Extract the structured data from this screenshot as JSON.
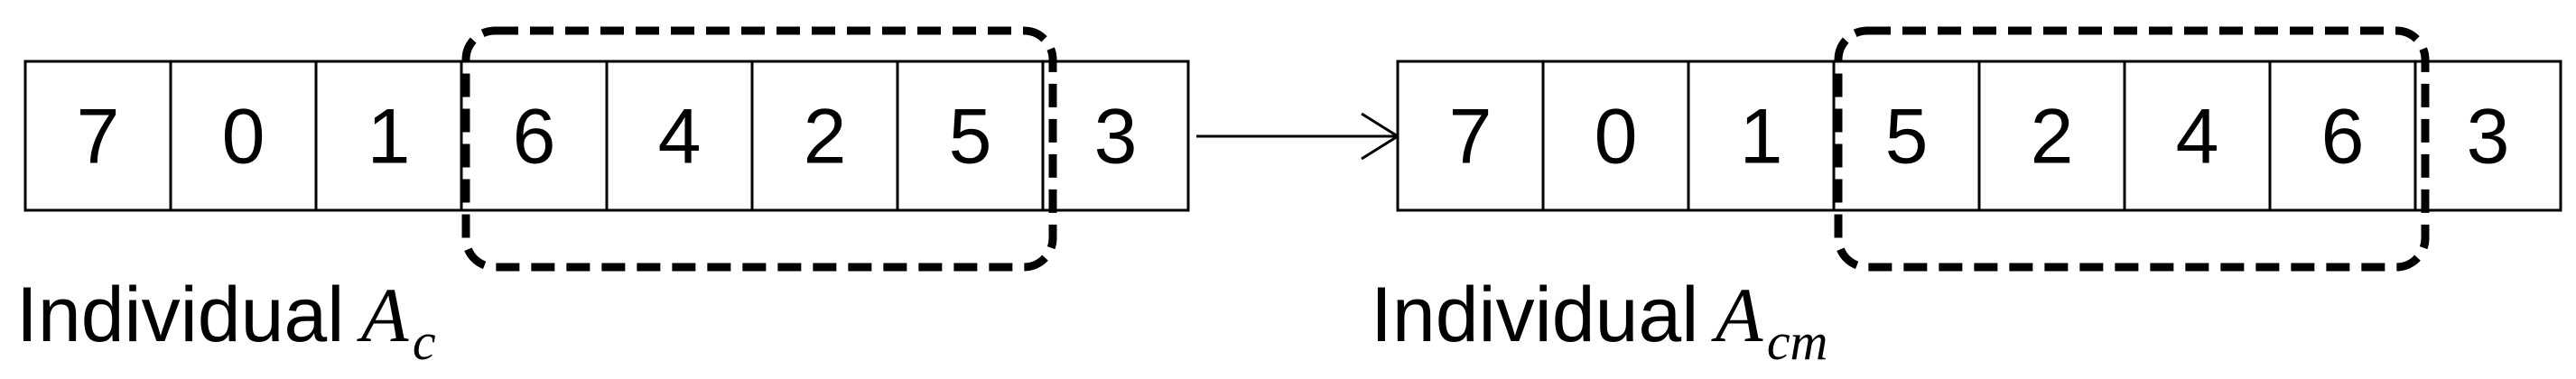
{
  "diagram": {
    "left": {
      "genes": [
        "7",
        "0",
        "1",
        "6",
        "4",
        "2",
        "5",
        "3"
      ],
      "label_text": "Individual",
      "label_var": "A",
      "label_sub": "c"
    },
    "right": {
      "genes": [
        "7",
        "0",
        "1",
        "5",
        "2",
        "4",
        "6",
        "3"
      ],
      "label_text": "Individual",
      "label_var": "A",
      "label_sub": "cm"
    },
    "highlighted_segment": {
      "start_index": 3,
      "end_index": 6
    }
  }
}
